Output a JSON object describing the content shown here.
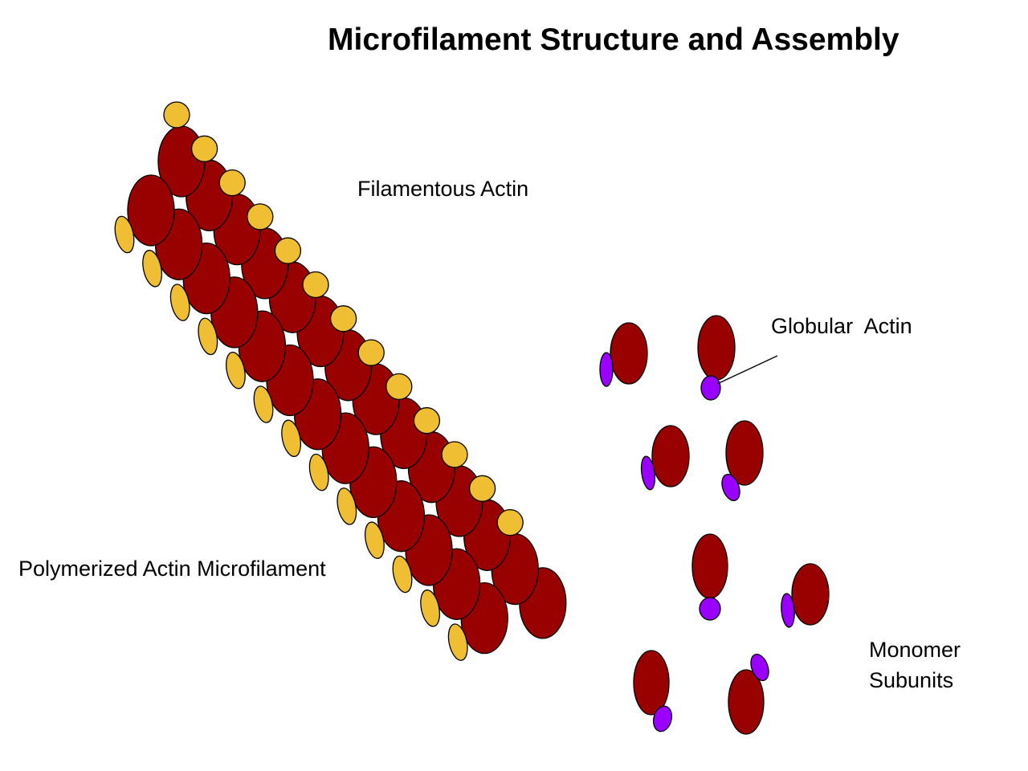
{
  "title": "Microfilament Structure and Assembly",
  "labels": {
    "filamentous": "Filamentous Actin",
    "globular": "Globular  Actin",
    "polymerized": "Polymerized Actin Microfilament",
    "monomer_line1": "Monomer",
    "monomer_line2": "Subunits"
  },
  "colors": {
    "actin": "#990000",
    "filament_cap": "#f0be32",
    "monomer_cap": "#9900ff",
    "outline": "#000000",
    "background": "#ffffff"
  }
}
